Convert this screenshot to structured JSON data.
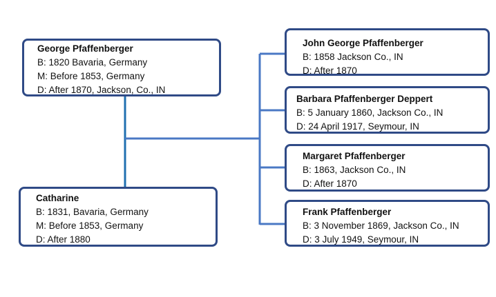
{
  "colors": {
    "box_border": "#2f4a86",
    "couple_line": "#1f6fb0",
    "child_lines": "#4a78c4"
  },
  "parents": [
    {
      "name": "George Pfaffenberger",
      "lines": [
        "B: 1820 Bavaria, Germany",
        "M: Before 1853, Germany",
        "D: After 1870, Jackson, Co., IN"
      ]
    },
    {
      "name": "Catharine",
      "lines": [
        "B: 1831, Bavaria, Germany",
        "M: Before 1853, Germany",
        "D: After 1880"
      ]
    }
  ],
  "children": [
    {
      "name": "John George Pfaffenberger",
      "lines": [
        "B: 1858 Jackson Co., IN",
        "D: After 1870"
      ]
    },
    {
      "name": "Barbara Pfaffenberger Deppert",
      "lines": [
        "B: 5 January 1860, Jackson Co., IN",
        "D: 24 April 1917, Seymour, IN"
      ]
    },
    {
      "name": "Margaret Pfaffenberger",
      "lines": [
        "B: 1863, Jackson Co., IN",
        "D: After 1870"
      ]
    },
    {
      "name": "Frank Pfaffenberger",
      "lines": [
        "B: 3 November 1869, Jackson Co., IN",
        "D: 3 July 1949, Seymour, IN"
      ]
    }
  ]
}
